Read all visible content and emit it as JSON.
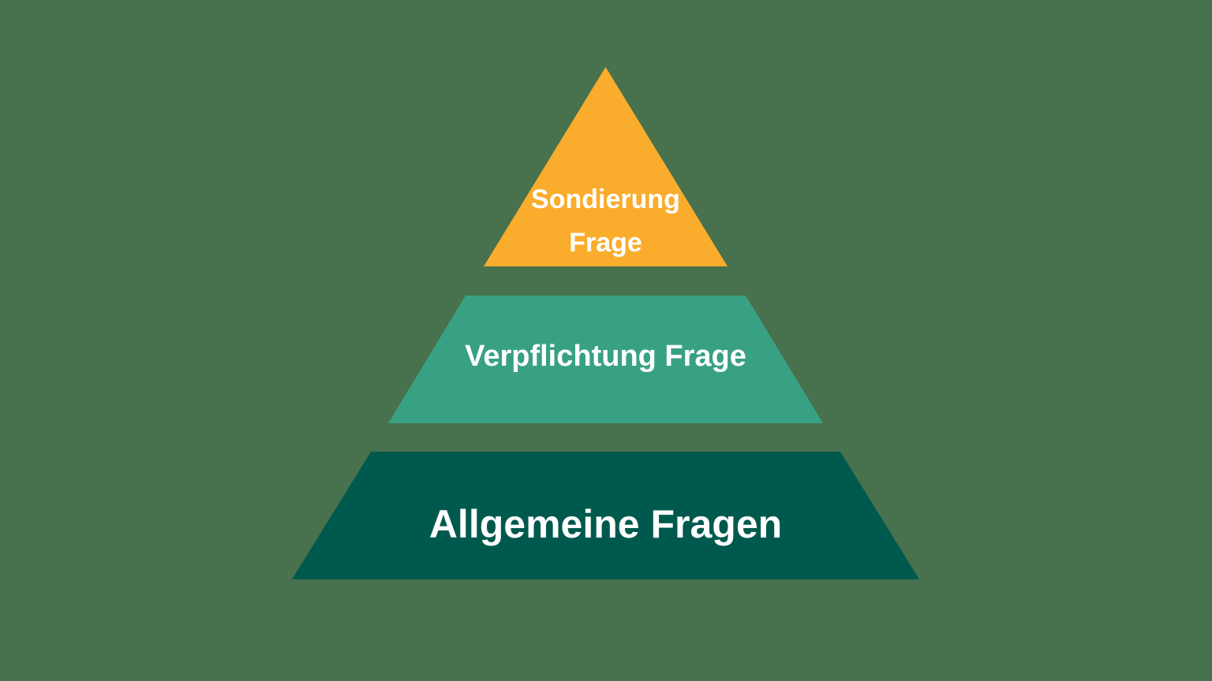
{
  "canvas": {
    "background_color": "#48714E"
  },
  "pyramid": {
    "text_color": "#FFFFFF",
    "tiers": [
      {
        "id": "top",
        "shape": "triangle",
        "color": "#FAAC2D",
        "lines": [
          "Sondierung",
          "Frage"
        ]
      },
      {
        "id": "middle",
        "shape": "trapezoid",
        "color": "#39A183",
        "lines": [
          "Verpflichtung Frage"
        ]
      },
      {
        "id": "bottom",
        "shape": "trapezoid",
        "color": "#00594D",
        "lines": [
          "Allgemeine Fragen"
        ]
      }
    ]
  }
}
